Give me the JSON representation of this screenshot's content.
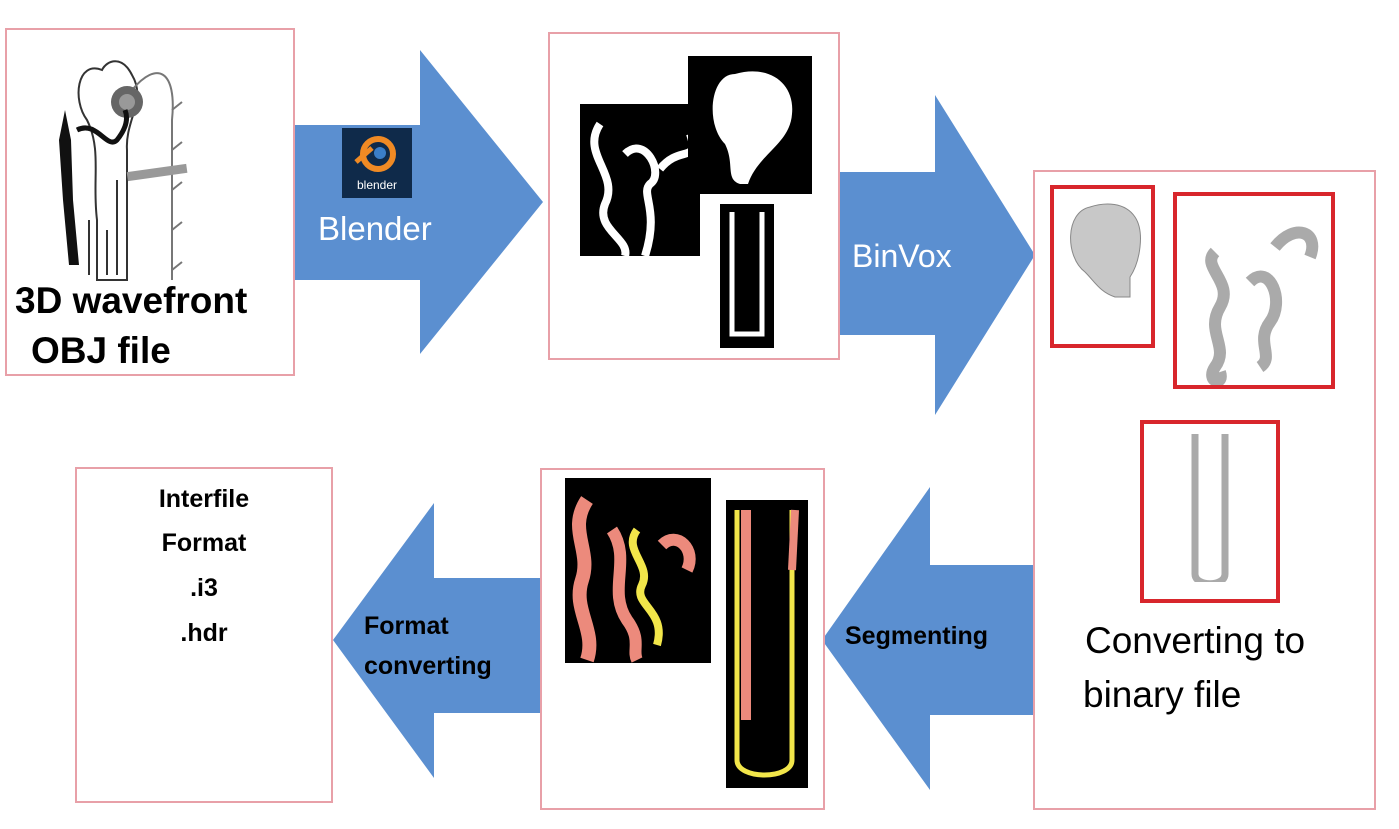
{
  "steps": {
    "obj_file": {
      "line1": "3D wavefront",
      "line2": "OBJ file"
    },
    "blender": {
      "label": "Blender",
      "icon_text": "blender"
    },
    "binvox": {
      "label": "BinVox"
    },
    "binary": {
      "line1": "Converting to",
      "line2": "binary file"
    },
    "segmenting": {
      "label": "Segmenting"
    },
    "format_converting": {
      "line1": "Format",
      "line2": "converting"
    },
    "interfile": {
      "line1": "Interfile",
      "line2": "Format",
      "line3": ".i3",
      "line4": ".hdr"
    }
  },
  "colors": {
    "arrow_fill": "#5b8fd0",
    "panel_border": "#e8a0a8",
    "highlight_border": "#d8262c",
    "segment_salmon": "#ec8a7c",
    "segment_yellow": "#f2e64a"
  }
}
